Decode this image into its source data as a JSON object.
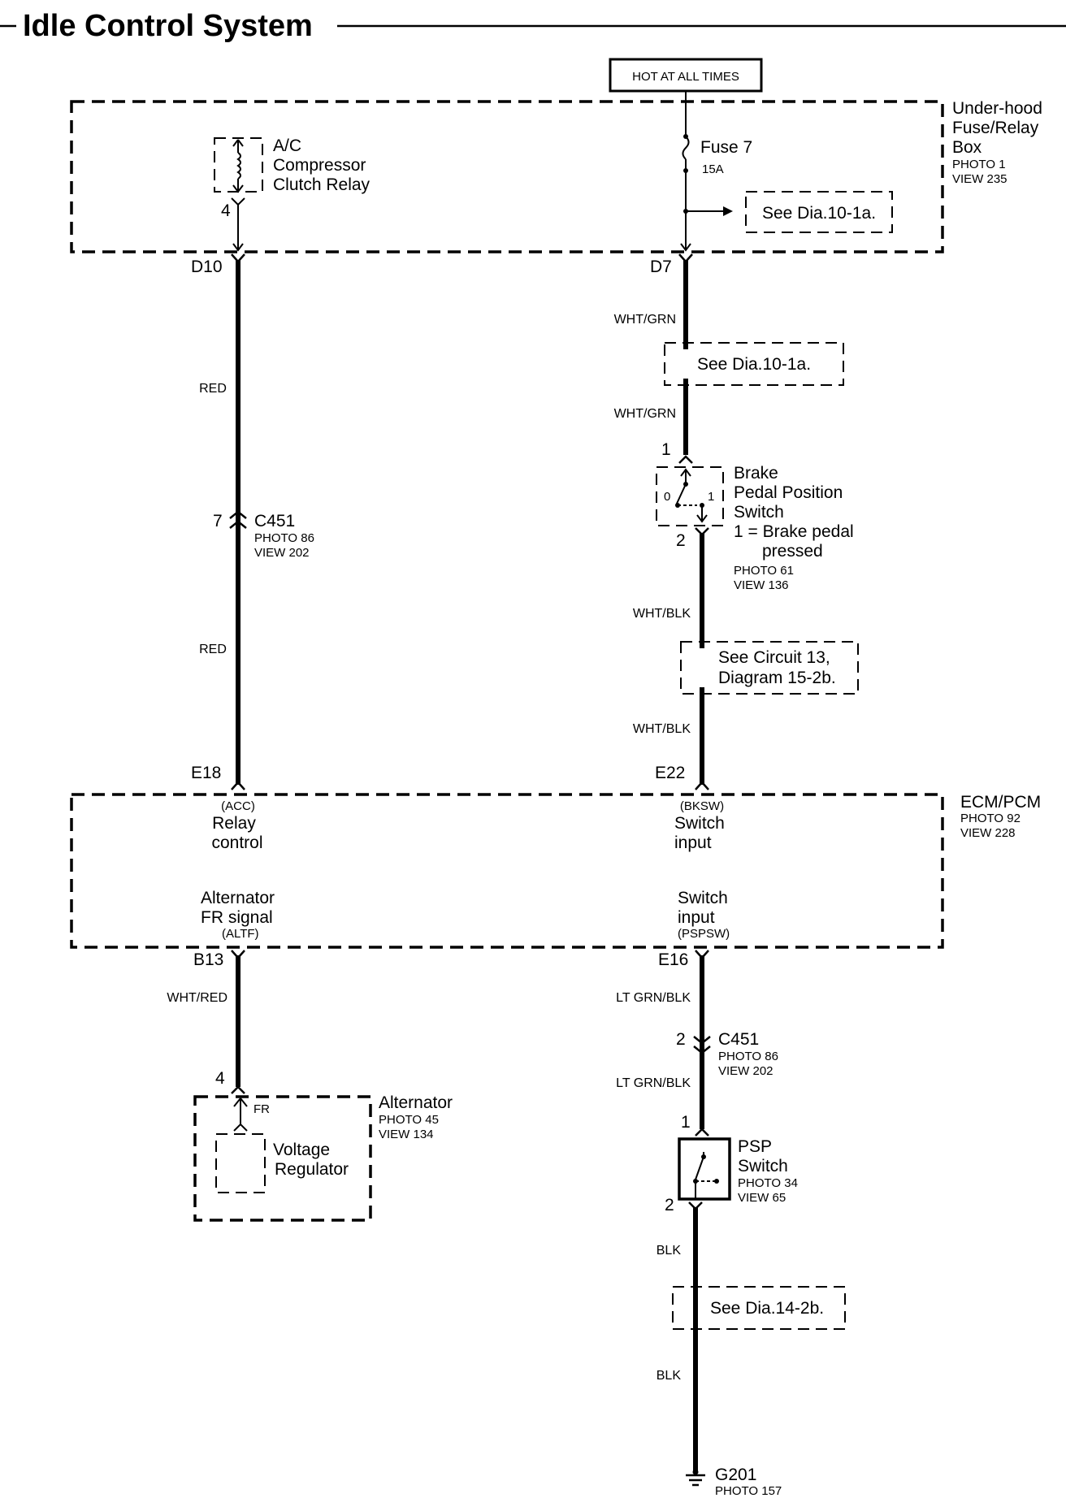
{
  "title": "Idle Control System",
  "hot_label": "HOT AT ALL TIMES",
  "underhood_box": {
    "name_lines": [
      "Under-hood",
      "Fuse/Relay",
      "Box"
    ],
    "photo": "PHOTO 1",
    "view": "VIEW 235"
  },
  "ac_relay": {
    "name_lines": [
      "A/C",
      "Compressor",
      "Clutch Relay"
    ],
    "pin": "4"
  },
  "fuse": {
    "name": "Fuse 7",
    "rating": "15A"
  },
  "see_refs": {
    "dia_10_1a_top": "See Dia.10-1a.",
    "dia_10_1a_mid": "See Dia.10-1a.",
    "circuit_13_lines": [
      "See Circuit 13,",
      "Diagram 15-2b."
    ],
    "dia_14_2b": "See Dia.14-2b."
  },
  "terminals": {
    "d10": "D10",
    "d7": "D7",
    "e18": "E18",
    "e22": "E22",
    "b13": "B13",
    "e16": "E16"
  },
  "wires": {
    "red_upper": "RED",
    "red_lower": "RED",
    "wht_grn_upper": "WHT/GRN",
    "wht_grn_lower": "WHT/GRN",
    "wht_blk_upper": "WHT/BLK",
    "wht_blk_lower": "WHT/BLK",
    "wht_red": "WHT/RED",
    "lt_grn_blk_upper": "LT GRN/BLK",
    "lt_grn_blk_lower": "LT GRN/BLK",
    "blk_upper": "BLK",
    "blk_lower": "BLK"
  },
  "c451_left": {
    "pin": "7",
    "name": "C451",
    "photo": "PHOTO 86",
    "view": "VIEW 202"
  },
  "c451_right": {
    "pin": "2",
    "name": "C451",
    "photo": "PHOTO 86",
    "view": "VIEW 202"
  },
  "brake_switch": {
    "pin_top": "1",
    "pin_bottom": "2",
    "pos0": "0",
    "pos1": "1",
    "name_lines": [
      "Brake",
      "Pedal Position",
      "Switch",
      "1 = Brake pedal",
      "pressed"
    ],
    "photo": "PHOTO 61",
    "view": "VIEW 136"
  },
  "ecm": {
    "name": "ECM/PCM",
    "photo": "PHOTO 92",
    "view": "VIEW 228",
    "acc_code": "(ACC)",
    "acc_lines": [
      "Relay",
      "control"
    ],
    "bksw_code": "(BKSW)",
    "bksw_lines": [
      "Switch",
      "input"
    ],
    "altf_lines": [
      "Alternator",
      "FR signal"
    ],
    "altf_code": "(ALTF)",
    "pspsw_lines": [
      "Switch",
      "input"
    ],
    "pspsw_code": "(PSPSW)"
  },
  "alternator": {
    "pin": "4",
    "name": "Alternator",
    "photo": "PHOTO 45",
    "view": "VIEW 134",
    "fr": "FR",
    "regulator_lines": [
      "Voltage",
      "Regulator"
    ]
  },
  "psp_switch": {
    "pin_top": "1",
    "pin_bottom": "2",
    "name_lines": [
      "PSP",
      "Switch"
    ],
    "photo": "PHOTO 34",
    "view": "VIEW 65"
  },
  "ground": {
    "name": "G201",
    "photo": "PHOTO 157"
  }
}
